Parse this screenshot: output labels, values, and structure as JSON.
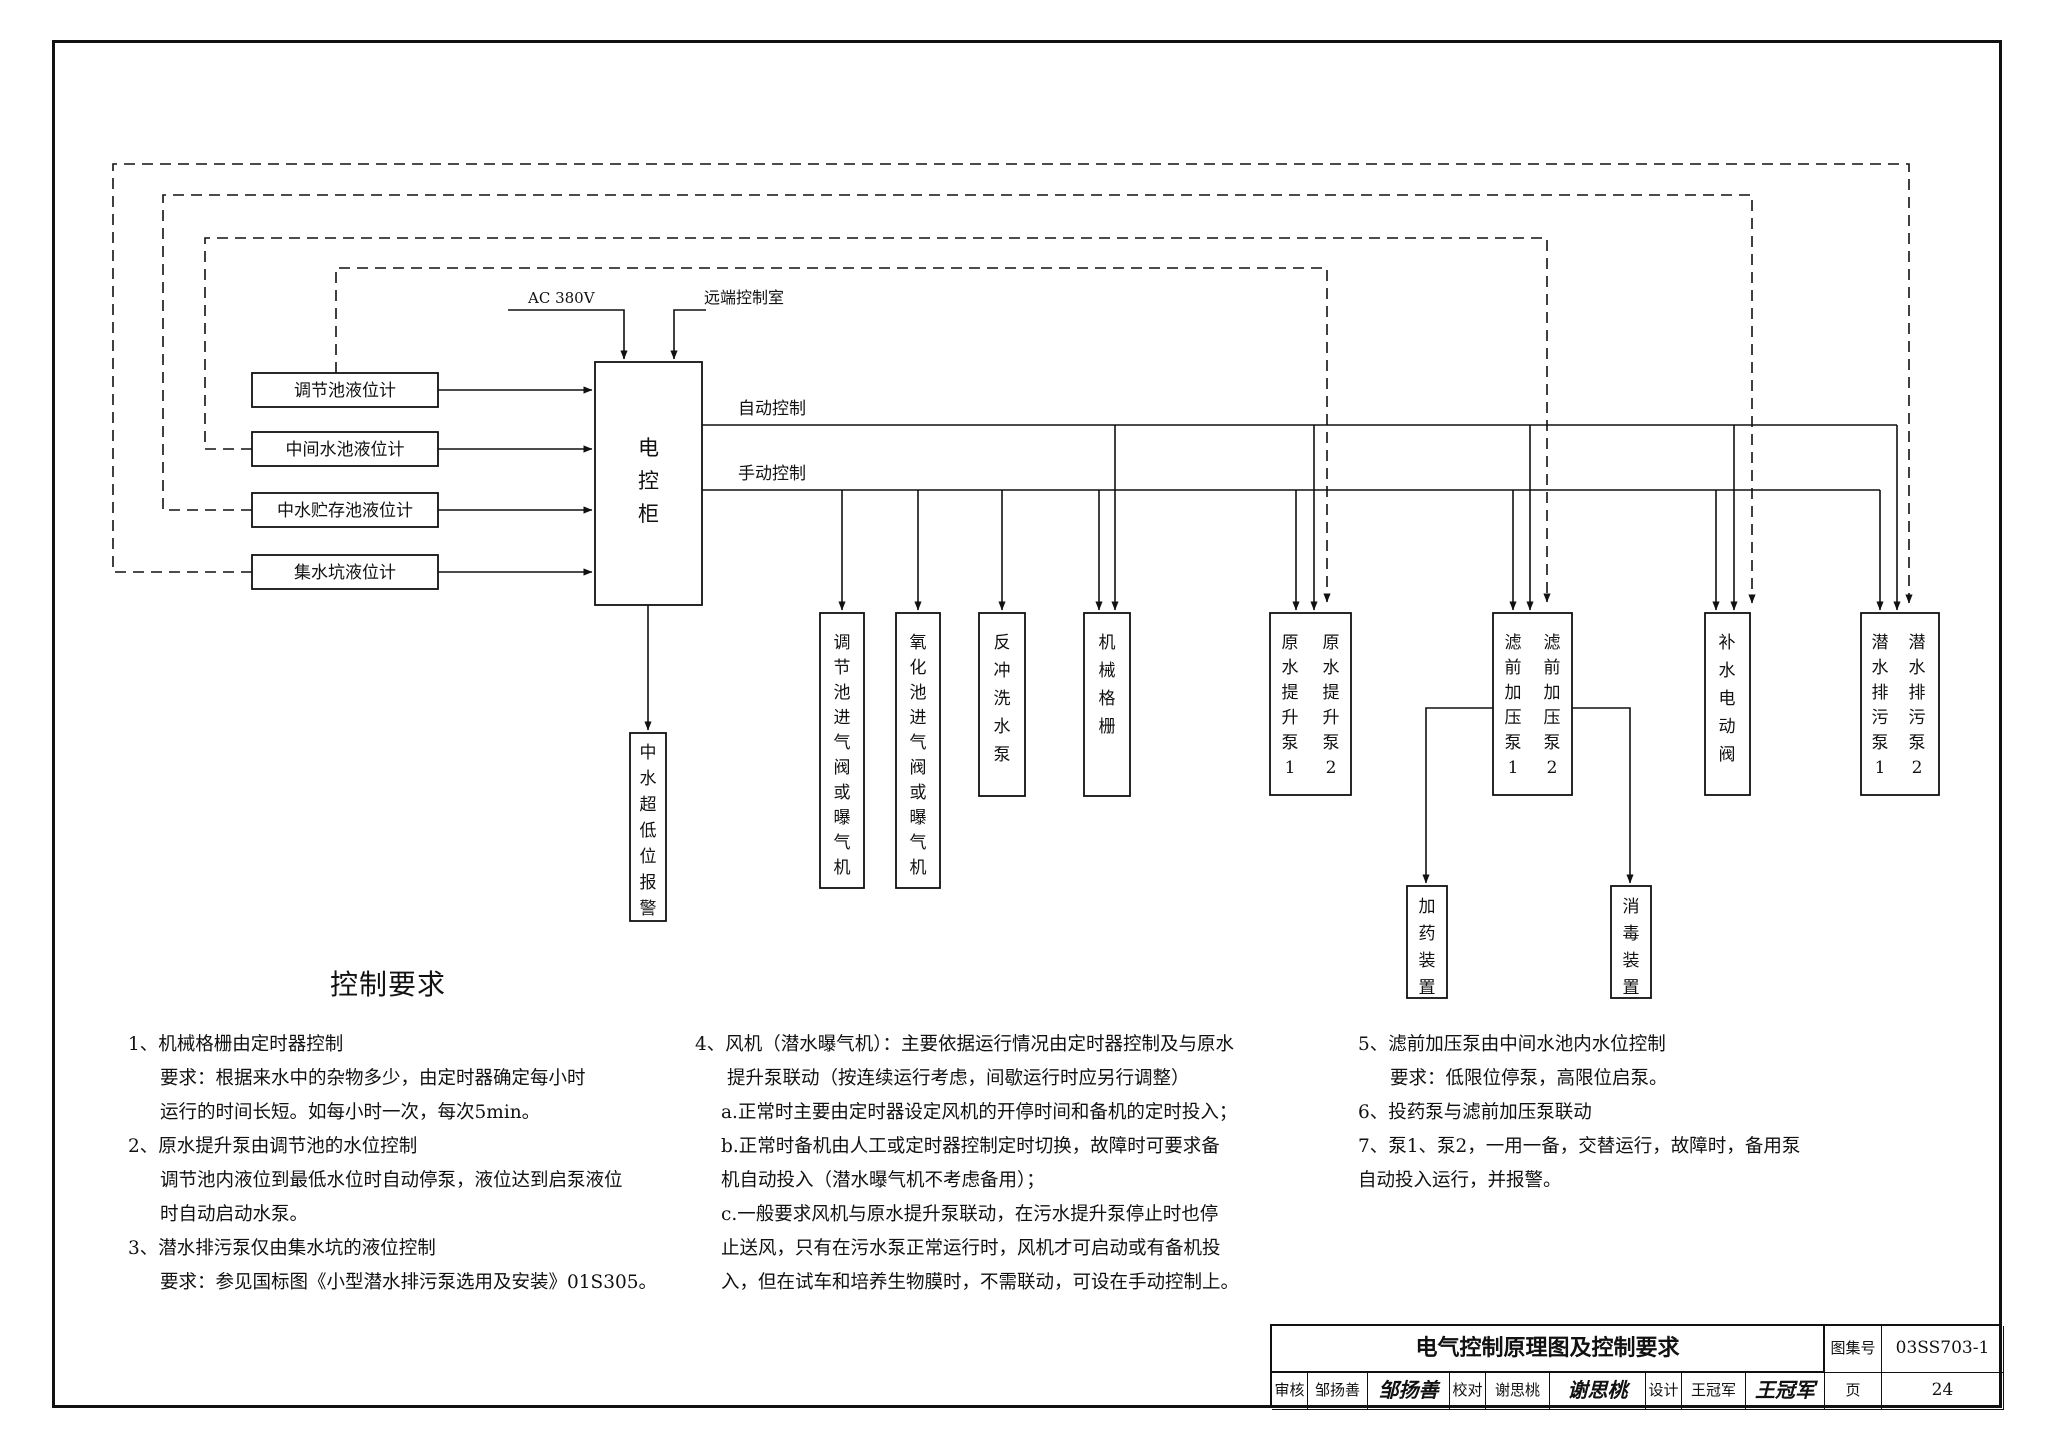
{
  "diagram": {
    "inputs": {
      "power": "AC  380V",
      "remote": "远端控制室"
    },
    "controller": [
      "电",
      "控",
      "柜"
    ],
    "lines": {
      "auto": "自动控制",
      "manual": "手动控制"
    },
    "sensors": [
      {
        "label": "调节池液位计"
      },
      {
        "label": "中间水池液位计"
      },
      {
        "label": "中水贮存池液位计"
      },
      {
        "label": "集水坑液位计"
      }
    ],
    "alarm": [
      "中",
      "水",
      "超",
      "低",
      "位",
      "报",
      "警"
    ],
    "devices": [
      {
        "chars": [
          "调",
          "节",
          "池",
          "进",
          "气",
          "阀",
          "或",
          "曝",
          "气",
          "机"
        ]
      },
      {
        "chars": [
          "氧",
          "化",
          "池",
          "进",
          "气",
          "阀",
          "或",
          "曝",
          "气",
          "机"
        ]
      },
      {
        "chars": [
          "反",
          "冲",
          "洗",
          "水",
          "泵"
        ]
      },
      {
        "chars": [
          "机",
          "械",
          "格",
          "栅"
        ]
      },
      {
        "chars": [
          "原",
          "水",
          "提",
          "升",
          "泵",
          "1"
        ]
      },
      {
        "chars": [
          "原",
          "水",
          "提",
          "升",
          "泵",
          "2"
        ]
      },
      {
        "chars": [
          "滤",
          "前",
          "加",
          "压",
          "泵",
          "1"
        ]
      },
      {
        "chars": [
          "滤",
          "前",
          "加",
          "压",
          "泵",
          "2"
        ]
      },
      {
        "chars": [
          "补",
          "水",
          "电",
          "动",
          "阀"
        ]
      },
      {
        "chars": [
          "潜",
          "水",
          "排",
          "污",
          "泵",
          "1"
        ]
      },
      {
        "chars": [
          "潜",
          "水",
          "排",
          "污",
          "泵",
          "2"
        ]
      }
    ],
    "subdevices": [
      {
        "chars": [
          "加",
          "药",
          "装",
          "置"
        ]
      },
      {
        "chars": [
          "消",
          "毒",
          "装",
          "置"
        ]
      }
    ]
  },
  "notes": {
    "title": "控制要求",
    "col1": [
      "1、机械格栅由定时器控制",
      "要求：根据来水中的杂物多少，由定时器确定每小时",
      "运行的时间长短。如每小时一次，每次5min。",
      "2、原水提升泵由调节池的水位控制",
      "调节池内液位到最低水位时自动停泵，液位达到启泵液位",
      "时自动启动水泵。",
      "3、潜水排污泵仅由集水坑的液位控制",
      "要求：参见国标图《小型潜水排污泵选用及安装》01S305。"
    ],
    "col2": [
      "4、风机（潜水曝气机）：主要依据运行情况由定时器控制及与原水",
      "提升泵联动（按连续运行考虑，间歇运行时应另行调整）",
      "a.正常时主要由定时器设定风机的开停时间和备机的定时投入；",
      "b.正常时备机由人工或定时器控制定时切换，故障时可要求备",
      "机自动投入（潜水曝气机不考虑备用）；",
      "c.一般要求风机与原水提升泵联动，在污水提升泵停止时也停",
      "止送风，只有在污水泵正常运行时，风机才可启动或有备机投",
      "入，但在试车和培养生物膜时，不需联动，可设在手动控制上。"
    ],
    "col3": [
      "5、滤前加压泵由中间水池内水位控制",
      "要求：低限位停泵，高限位启泵。",
      "6、投药泵与滤前加压泵联动",
      "7、泵1、泵2，一用一备，交替运行，故障时，备用泵",
      "自动投入运行，并报警。"
    ]
  },
  "title_block": {
    "title": "电气控制原理图及控制要求",
    "atlas_label": "图集号",
    "atlas_no": "03SS703-1",
    "review_label": "审核",
    "reviewer": "邹扬善",
    "reviewer_sig": "邹扬善",
    "check_label": "校对",
    "checker": "谢思桃",
    "checker_sig": "谢思桃",
    "design_label": "设计",
    "designer": "王冠军",
    "designer_sig": "王冠军",
    "page_label": "页",
    "page_no": "24"
  }
}
